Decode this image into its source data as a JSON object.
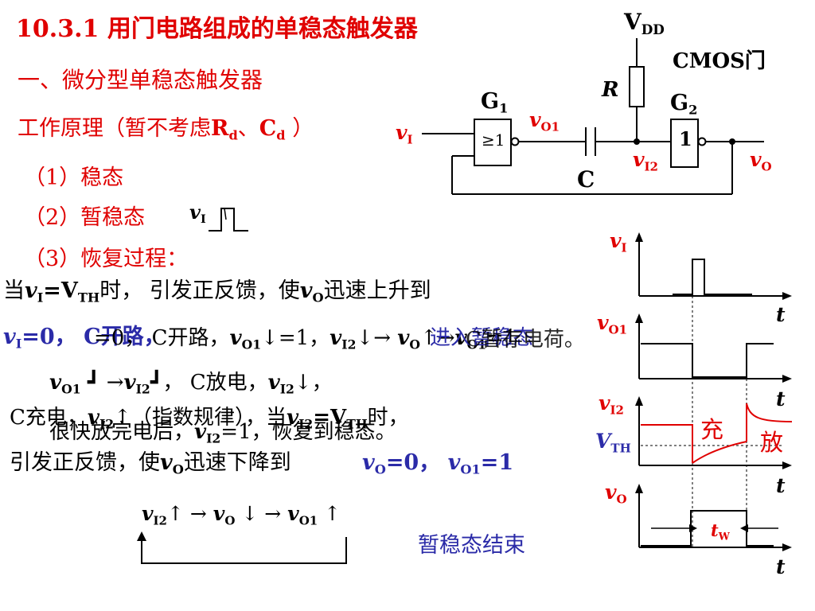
{
  "slide": {
    "title": "10.3.1  用门电路组成的单稳态触发器",
    "subtitle": "一、微分型单稳态触发器",
    "principle_prefix": "工作原理（暂不考虑",
    "principle_rd": "R",
    "principle_rd_sub": "d",
    "principle_sep": "、",
    "principle_cd": "C",
    "principle_cd_sub": "d",
    "principle_suffix": " ）",
    "step1": "（1）稳态",
    "step2": "（2）暂稳态",
    "step3": "（3）恢复过程：",
    "line_trigger_a": "当",
    "line_trigger_b": "=V",
    "line_trigger_c": "时， 引发正反馈，使",
    "line_trigger_d": "迅速上升到",
    "line_state_a": "=0，  C开路，",
    "line_state_b": "=1，",
    "line_state_c": "=1，",
    "line_state_d": "=0；",
    "line_state_e": "=1",
    "line_enter": "进入暂稳态",
    "line_charge_end": "C暂存电荷。",
    "line_discharge_a": " →",
    "line_discharge_b": "，  C放电，",
    "line_charge_a": "C充电，",
    "line_charge_b": "（指数规律），当",
    "line_charge_c": "=V",
    "line_charge_d": "时，",
    "line_recover": "很快放完电后，",
    "line_recover_b": "=1，恢复到稳态。",
    "line_fall_a": "引发正反馈，使",
    "line_fall_b": "迅速下降到",
    "line_fall_c": "=0，",
    "line_fall_d": "=1",
    "feedback_eq": "↑ → ",
    "end_label": "暂稳态结束"
  },
  "circuit": {
    "vdd": "V",
    "vdd_sub": "DD",
    "gate_type": "CMOS门",
    "r_label": "R",
    "g1_label": "G",
    "g1_sub": "1",
    "g2_label": "G",
    "g2_sub": "2",
    "g1_symbol": "≥1",
    "g2_symbol": "1",
    "cap_label": "C",
    "vi": "v",
    "vi_sub": "I",
    "vo1": "v",
    "vo1_sub": "O1",
    "vi2": "v",
    "vi2_sub": "I2",
    "vo": "v",
    "vo_sub": "O"
  },
  "waveforms": {
    "vi": "v",
    "vi_sub": "I",
    "vo1": "v",
    "vo1_sub": "O1",
    "vi2": "v",
    "vi2_sub": "I2",
    "vo": "v",
    "vo_sub": "O",
    "vth": "V",
    "vth_sub": "TH",
    "t_axis": "t",
    "charge": "充",
    "discharge": "放",
    "tw": "t",
    "tw_sub": "W"
  },
  "colors": {
    "title": "#e00000",
    "text": "#000000",
    "accent": "#2b2ba8",
    "wave_red": "#e00000"
  }
}
